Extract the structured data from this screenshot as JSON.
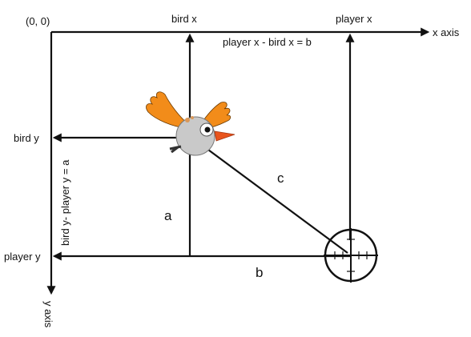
{
  "labels": {
    "origin": "(0, 0)",
    "bird_x": "bird x",
    "player_x": "player x",
    "x_axis": "x axis",
    "equation_b": "player x - bird x = b",
    "bird_y": "bird y",
    "player_y": "player y",
    "equation_a": "bird y- player y = a",
    "y_axis": "y axis",
    "side_a": "a",
    "side_b": "b",
    "side_c": "c"
  },
  "colors": {
    "line": "#111111",
    "wing": "#f28c1a",
    "beak": "#e8541c",
    "body": "#c9c9c9",
    "crosshair": "#111111"
  },
  "icons": {
    "bird": "bird-icon",
    "target": "crosshair-icon"
  }
}
